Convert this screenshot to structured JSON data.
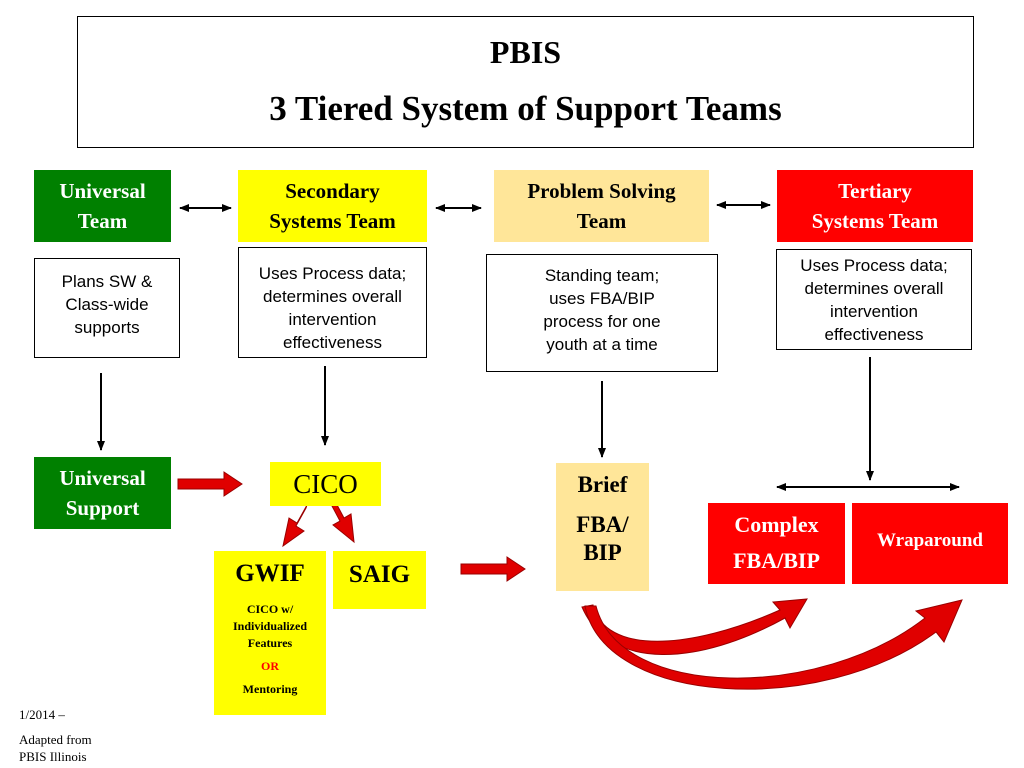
{
  "title": {
    "line1": "PBIS",
    "line2": "3 Tiered System of Support Teams"
  },
  "teams": {
    "universal": {
      "line1": "Universal",
      "line2": "Team"
    },
    "secondary": {
      "line1": "Secondary",
      "line2": "Systems Team"
    },
    "problem_solving": {
      "line1": "Problem Solving",
      "line2": "Team"
    },
    "tertiary": {
      "line1": "Tertiary",
      "line2": "Systems Team"
    }
  },
  "descriptions": {
    "universal": [
      "Plans SW &",
      "Class-wide",
      "supports"
    ],
    "secondary": [
      "Uses Process data;",
      "determines overall",
      "intervention",
      "effectiveness"
    ],
    "problem_solving": [
      "Standing team;",
      "uses FBA/BIP",
      "process for one",
      "youth at a time"
    ],
    "tertiary": [
      "Uses Process data;",
      "determines overall",
      "intervention",
      "effectiveness"
    ]
  },
  "supports": {
    "universal": {
      "line1": "Universal",
      "line2": "Support"
    },
    "cico": "CICO",
    "gwif": {
      "title": "GWIF",
      "detail": [
        "CICO w/",
        "Individualized",
        "Features"
      ],
      "or": "OR",
      "mentoring": "Mentoring"
    },
    "saig": "SAIG",
    "brief": {
      "line1": "Brief",
      "line2": "FBA/",
      "line3": "BIP"
    },
    "complex": {
      "line1": "Complex",
      "line2": "FBA/BIP"
    },
    "wraparound": "Wraparound"
  },
  "footer": {
    "date": "1/2014 –",
    "source_line1": "Adapted from",
    "source_line2": "PBIS Illinois"
  },
  "colors": {
    "green": "#008000",
    "yellow": "#ffff00",
    "pale_yellow": "#ffe699",
    "red": "#ff0000",
    "arrow_red": "#e00000"
  }
}
